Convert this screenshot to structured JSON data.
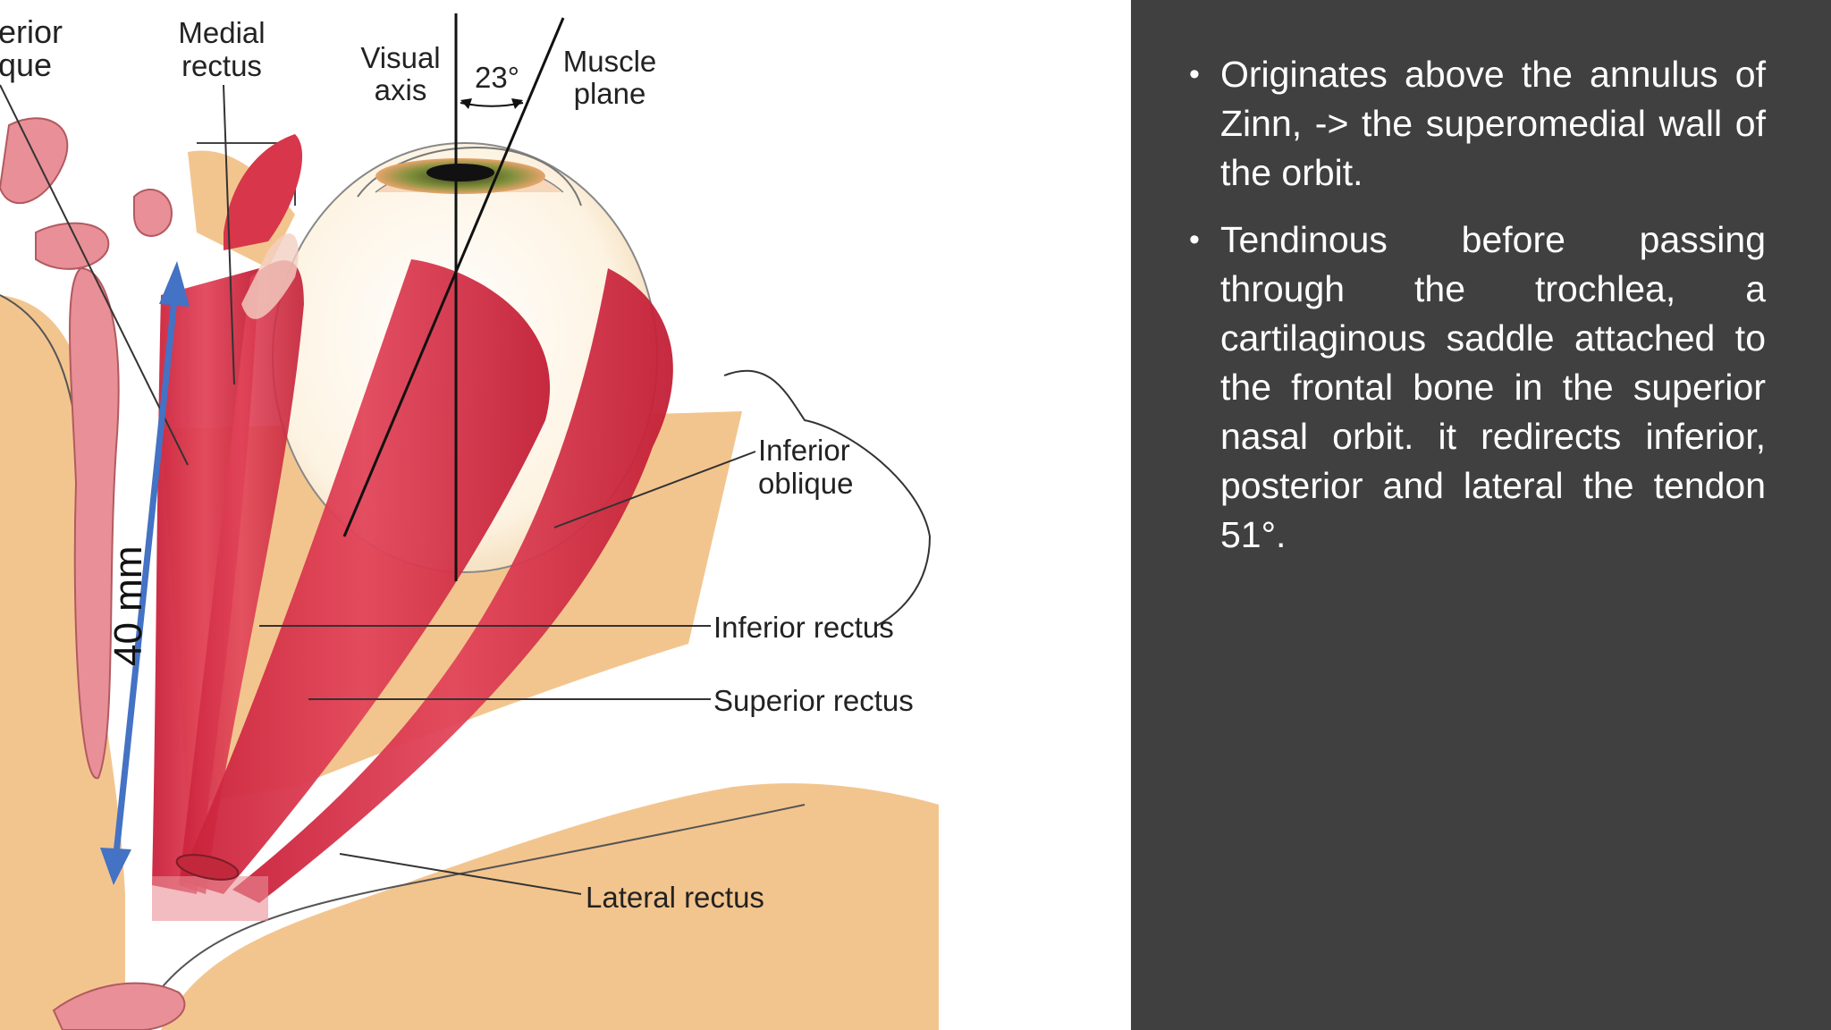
{
  "figure": {
    "labels": {
      "inferior_oblique_top_line1": "erior",
      "inferior_oblique_top_line2": "que",
      "medial_rectus_line1": "Medial",
      "medial_rectus_line2": "rectus",
      "visual_axis_line1": "Visual",
      "visual_axis_line2": "axis",
      "angle": "23°",
      "muscle_plane_line1": "Muscle",
      "muscle_plane_line2": "plane",
      "inferior_oblique_line1": "Inferior",
      "inferior_oblique_line2": "oblique",
      "inferior_rectus": "Inferior rectus",
      "superior_rectus": "Superior rectus",
      "lateral_rectus": "Lateral rectus",
      "measurement": "40 mm"
    },
    "colors": {
      "muscle": "#d8364a",
      "bone": "#f3c58e",
      "arrow": "#4472c4"
    }
  },
  "bullets": [
    "Originates above the annulus of Zinn, -> the superomedial wall of the orbit.",
    "Tendinous before passing through the trochlea, a cartilaginous saddle attached to the frontal bone in the superior nasal orbit. it redirects inferior, posterior and lateral the tendon 51°."
  ],
  "colors": {
    "panel_background": "#404040",
    "panel_text": "#ffffff"
  }
}
